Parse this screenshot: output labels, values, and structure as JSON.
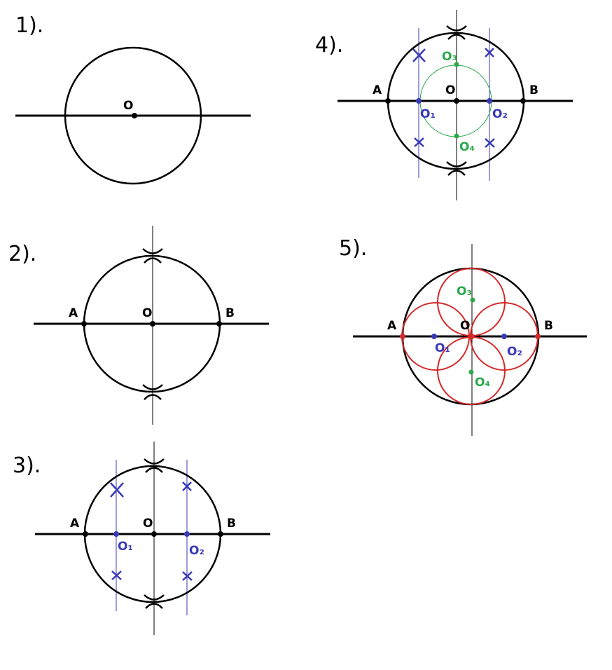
{
  "colors": {
    "black": "#000000",
    "blue": "#3a3ab8",
    "green": "#2aa84a",
    "red": "#d42a2a"
  },
  "steps": [
    {
      "label": "1)."
    },
    {
      "label": "2)."
    },
    {
      "label": "3)."
    },
    {
      "label": "4)."
    },
    {
      "label": "5)."
    }
  ],
  "points": {
    "A": "A",
    "B": "B",
    "O": "O",
    "O1": "O₁",
    "O2": "O₂",
    "O3": "O₃",
    "O4": "O₄"
  }
}
